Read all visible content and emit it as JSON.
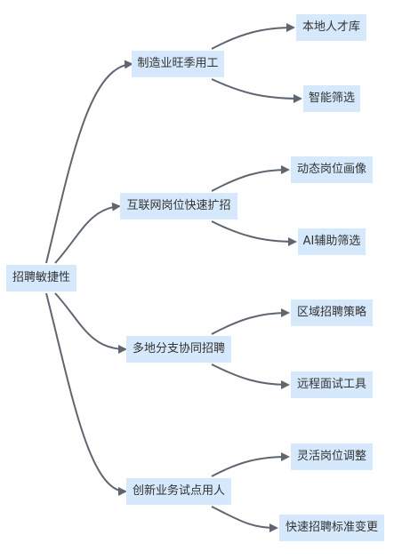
{
  "mindmap": {
    "root": {
      "label": "招聘敏捷性"
    },
    "branches": [
      {
        "label": "制造业旺季用工",
        "children": [
          {
            "label": "本地人才库"
          },
          {
            "label": "智能筛选"
          }
        ]
      },
      {
        "label": "互联网岗位快速扩招",
        "children": [
          {
            "label": "动态岗位画像"
          },
          {
            "label": "AI辅助筛选"
          }
        ]
      },
      {
        "label": "多地分支协同招聘",
        "children": [
          {
            "label": "区域招聘策略"
          },
          {
            "label": "远程面试工具"
          }
        ]
      },
      {
        "label": "创新业务试点用人",
        "children": [
          {
            "label": "灵活岗位调整"
          },
          {
            "label": "快速招聘标准变更"
          }
        ]
      }
    ]
  },
  "colors": {
    "node_fill": "#d6e8fb",
    "edge": "#5f6670",
    "text": "#333333"
  }
}
